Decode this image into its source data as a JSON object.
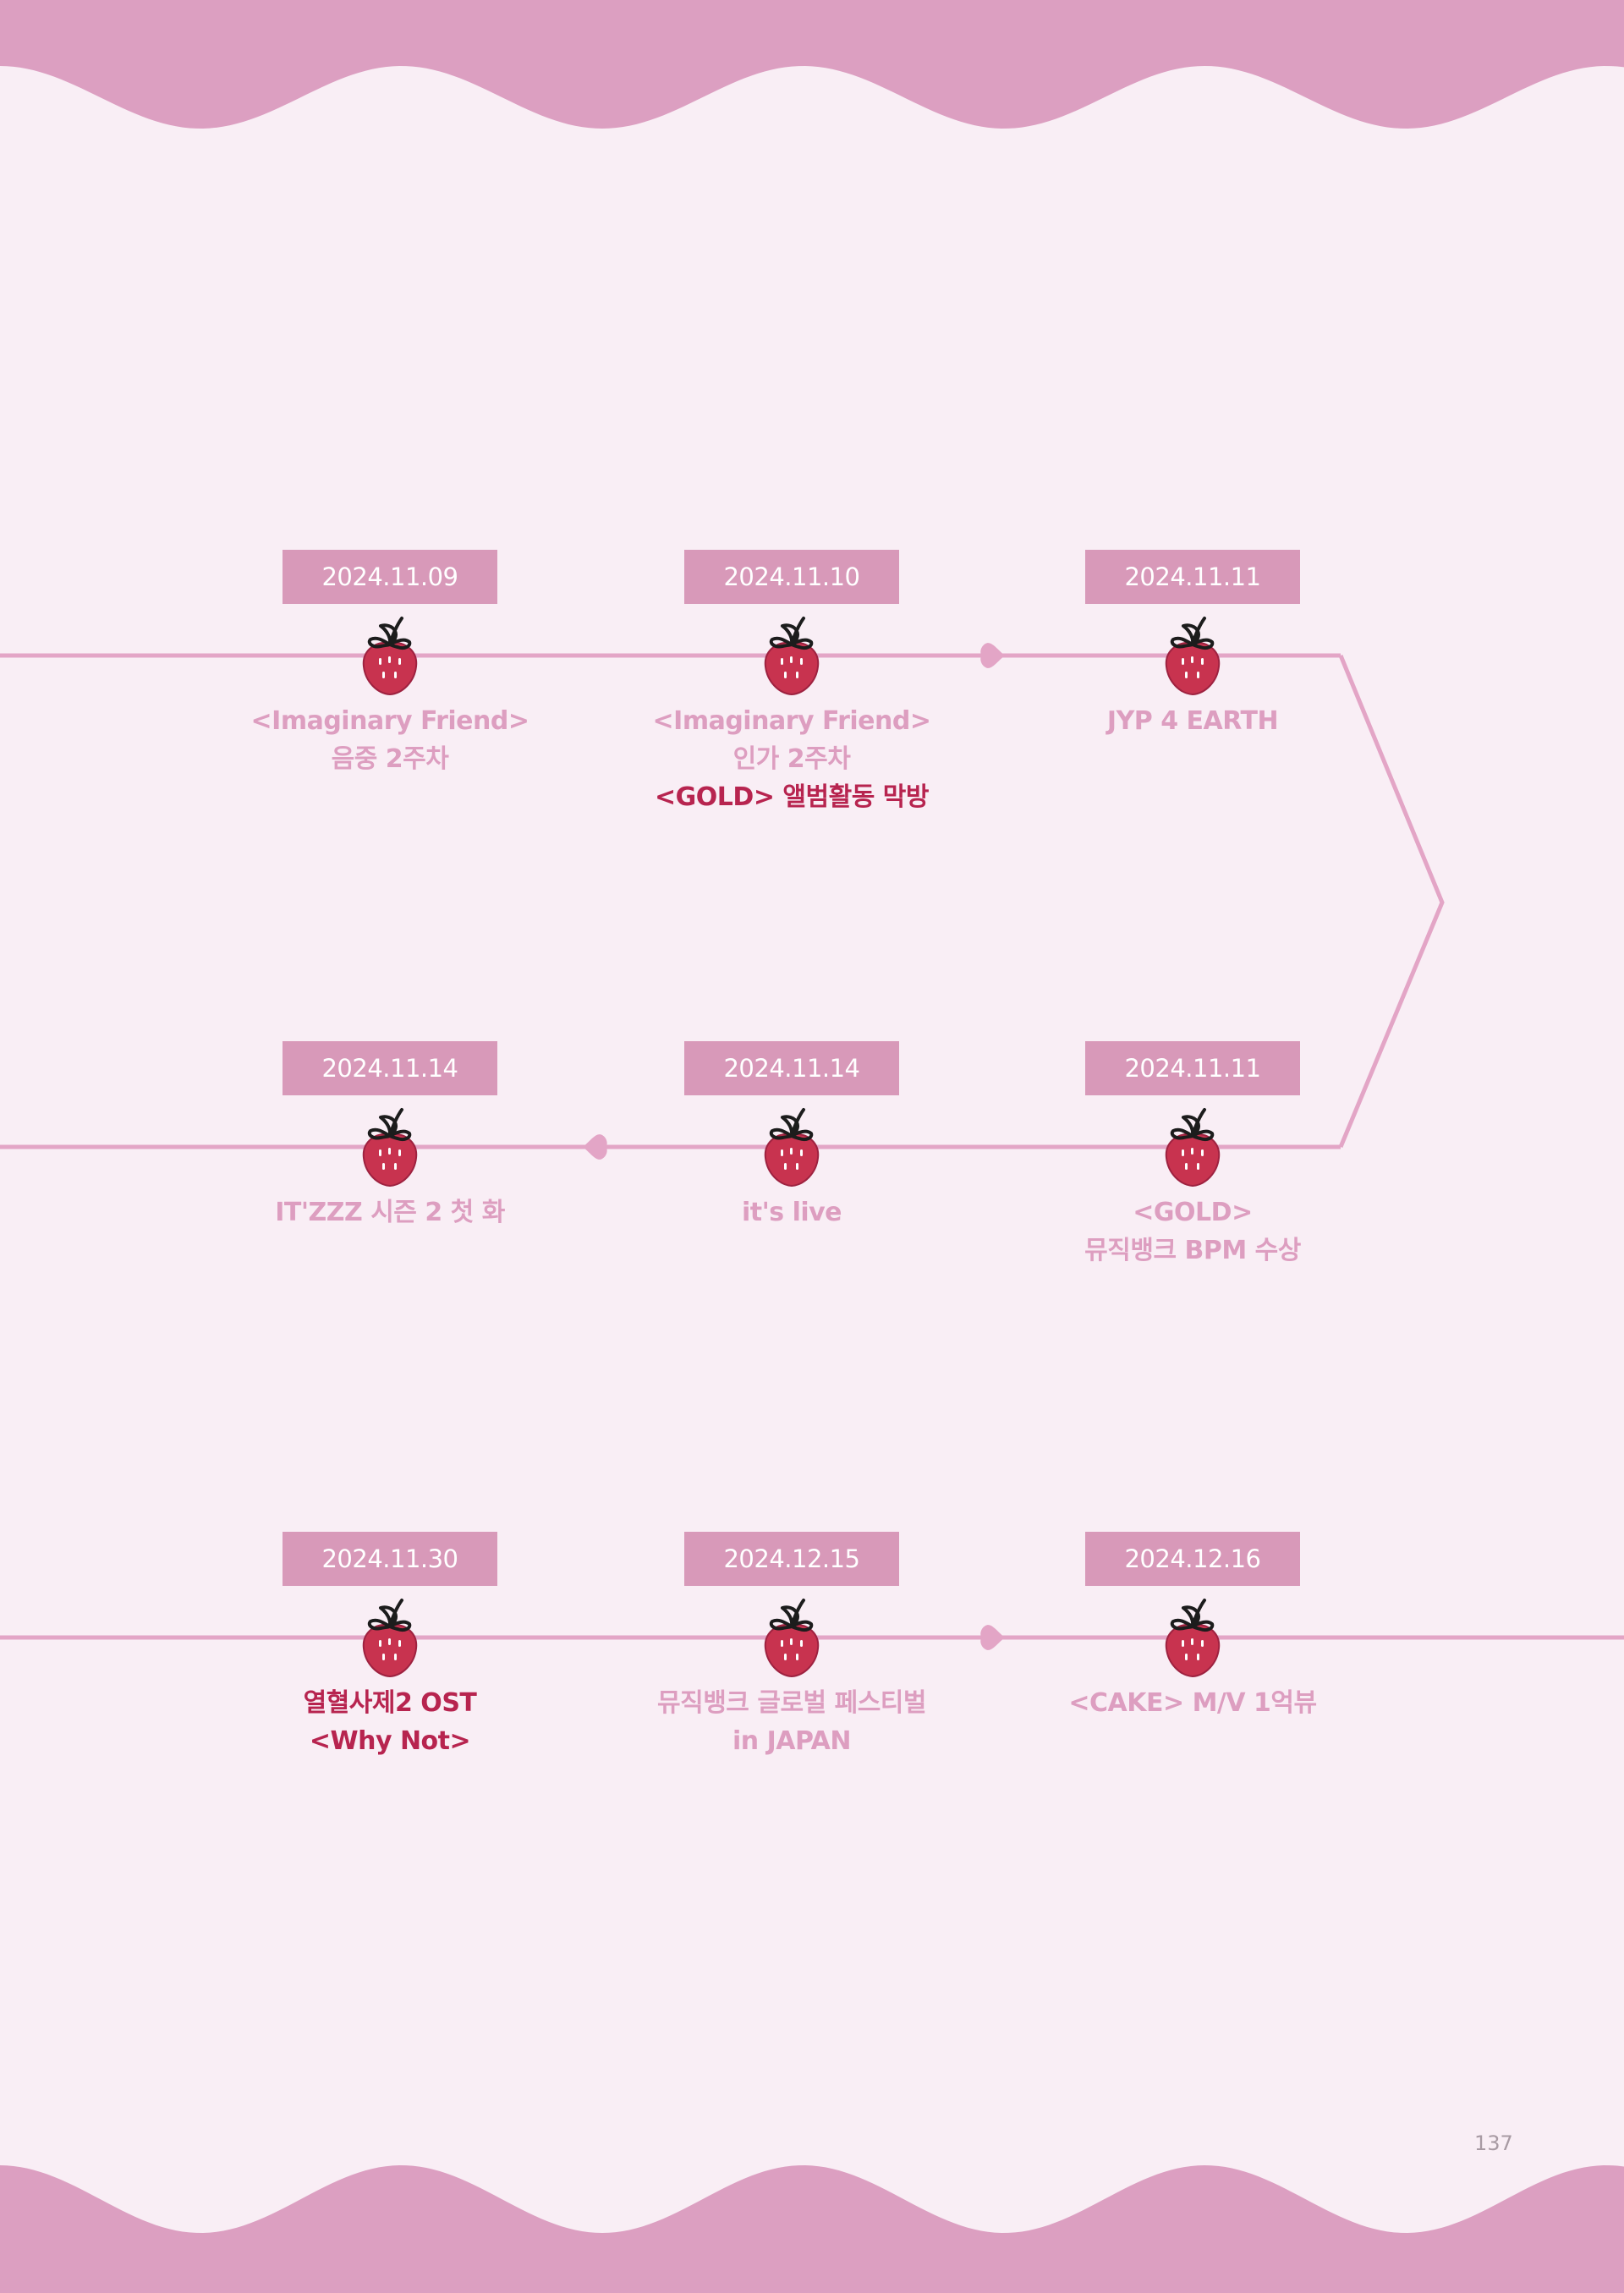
{
  "page_number": "137",
  "colors": {
    "background": "#f9eef5",
    "wave": "#dc9fc1",
    "timeline_line": "#e3a5c6",
    "date_box": "#d899b9",
    "caption": "#dd9ec0",
    "caption_highlight": "#b7244f",
    "strawberry_body": "#c8334f",
    "strawberry_stem": "#1c1c1c"
  },
  "icons": {
    "node_marker": "strawberry-icon",
    "flow_marker": "heart-arrow-icon"
  },
  "timeline": {
    "rows": [
      {
        "events": [
          {
            "date": "2024.11.09",
            "lines": [
              {
                "text": "<Imaginary Friend>",
                "highlight": false
              },
              {
                "text": "음중 2주차",
                "highlight": false
              }
            ]
          },
          {
            "date": "2024.11.10",
            "lines": [
              {
                "text": "<Imaginary Friend>",
                "highlight": false
              },
              {
                "text": "인가 2주차",
                "highlight": false
              },
              {
                "text": "<GOLD> 앨범활동 막방",
                "highlight": true
              }
            ]
          },
          {
            "date": "2024.11.11",
            "lines": [
              {
                "text": "JYP 4 EARTH",
                "highlight": false
              }
            ]
          }
        ]
      },
      {
        "events": [
          {
            "date": "2024.11.14",
            "lines": [
              {
                "text": "IT'ZZZ 시즌 2 첫 화",
                "highlight": false
              }
            ]
          },
          {
            "date": "2024.11.14",
            "lines": [
              {
                "text": "it's live",
                "highlight": false
              }
            ]
          },
          {
            "date": "2024.11.11",
            "lines": [
              {
                "text": "<GOLD>",
                "highlight": false
              },
              {
                "text": "뮤직뱅크 BPM 수상",
                "highlight": false
              }
            ]
          }
        ]
      },
      {
        "events": [
          {
            "date": "2024.11.30",
            "lines": [
              {
                "text": "열혈사제2 OST",
                "highlight": true
              },
              {
                "text": "<Why Not>",
                "highlight": true
              }
            ]
          },
          {
            "date": "2024.12.15",
            "lines": [
              {
                "text": "뮤직뱅크 글로벌 페스티벌",
                "highlight": false
              },
              {
                "text": "in JAPAN",
                "highlight": false
              }
            ]
          },
          {
            "date": "2024.12.16",
            "lines": [
              {
                "text": "<CAKE> M/V 1억뷰",
                "highlight": false
              }
            ]
          }
        ]
      }
    ]
  }
}
